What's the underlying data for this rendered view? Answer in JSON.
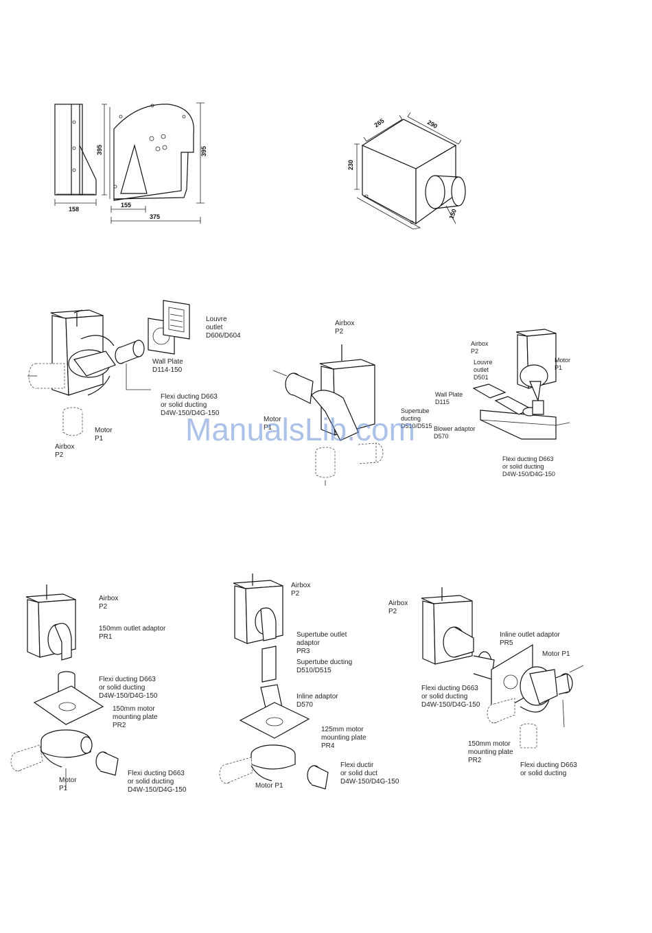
{
  "dimensions": {
    "side_height": "395",
    "side_width": "158",
    "front_height": "395",
    "front_right_height": "395",
    "front_inner_width": "155",
    "front_width": "375",
    "box_depth": "265",
    "box_width": "290",
    "box_height": "230",
    "box_outlet": "150"
  },
  "config1": {
    "louvre": [
      "Louvre",
      "outlet",
      "D606/D604"
    ],
    "wallplate": [
      "Wall Plate",
      "D114-150"
    ],
    "flexi": [
      "Flexi ducting D663",
      "or solid ducting",
      "D4W-150/D4G-150"
    ],
    "motor": [
      "Motor",
      "P1"
    ],
    "airbox": [
      "Airbox",
      "P2"
    ]
  },
  "config2": {
    "airbox": [
      "Airbox",
      "P2"
    ],
    "motor": [
      "Motor",
      "P1"
    ]
  },
  "config3": {
    "airbox": [
      "Airbox",
      "P2"
    ],
    "motor": [
      "Motor",
      "P1"
    ],
    "louvre": [
      "Louvre",
      "outlet",
      "D501"
    ],
    "wallplate": [
      "Wall Plate",
      "D115"
    ],
    "supertube": [
      "Supertube",
      "ducting",
      "D510/D515"
    ],
    "blower": [
      "Blower adaptor",
      "D570"
    ],
    "flexi": [
      "Flexi ducting D663",
      "or solid ducting",
      "D4W-150/D4G-150"
    ]
  },
  "config4": {
    "airbox": [
      "Airbox",
      "P2"
    ],
    "adaptor": [
      "150mm outlet adaptor",
      "PR1"
    ],
    "flexi_top": [
      "Flexi ducting D663",
      "or solid ducting",
      "D4W-150/D4G-150"
    ],
    "plate": [
      "150mm motor",
      "mounting plate",
      "PR2"
    ],
    "motor": [
      "Motor",
      "P1"
    ],
    "flexi_bottom": [
      "Flexi ducting D663",
      "or solid ducting",
      "D4W-150/D4G-150"
    ]
  },
  "config5": {
    "airbox": [
      "Airbox",
      "P2"
    ],
    "adaptor": [
      "Supertube outlet",
      "adaptor",
      "PR3"
    ],
    "supertube": [
      "Supertube ducting",
      "D510/D515"
    ],
    "inline": [
      "Inline adaptor",
      "D570"
    ],
    "plate": [
      "125mm motor",
      "mounting plate",
      "PR4"
    ],
    "flexi": [
      "Flexi ductir",
      "or solid duct",
      "D4W-150/D4G-150"
    ],
    "motor": [
      "Motor P1"
    ]
  },
  "config6": {
    "airbox": [
      "Airbox",
      "P2"
    ],
    "adaptor": [
      "Inline outlet adaptor",
      "PR5"
    ],
    "motor": [
      "Motor P1"
    ],
    "flexi_top": [
      "Flexi ducting D663",
      "or solid ducting",
      "D4W-150/D4G-150"
    ],
    "plate": [
      "150mm motor",
      "mounting plate",
      "PR2"
    ],
    "flexi_bottom": [
      "Flexi ducting D663",
      "or solid ducting"
    ]
  },
  "watermark": "ManualsLib.com"
}
